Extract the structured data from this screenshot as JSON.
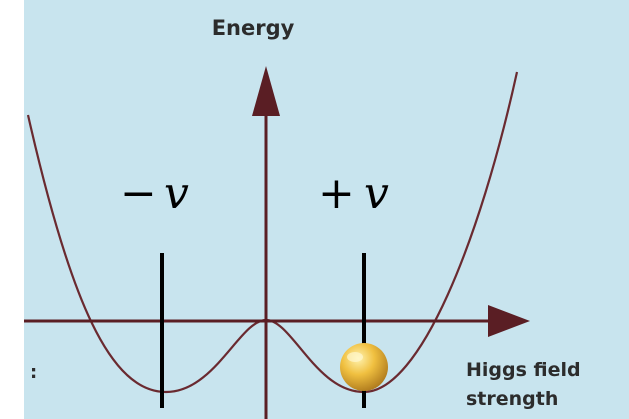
{
  "diagram": {
    "axis_y_label": "Energy",
    "axis_x_label_line1": "Higgs field",
    "axis_x_label_line2": "strength",
    "minus_sign": "−",
    "plus_sign": "+",
    "vev_symbol": "v",
    "left_edge_mark": ":",
    "colors": {
      "background": "#c8e4ee",
      "axis": "#5a1e24",
      "curve": "#6a2a30",
      "marker": "#000000",
      "ball": "#e8b232"
    }
  }
}
